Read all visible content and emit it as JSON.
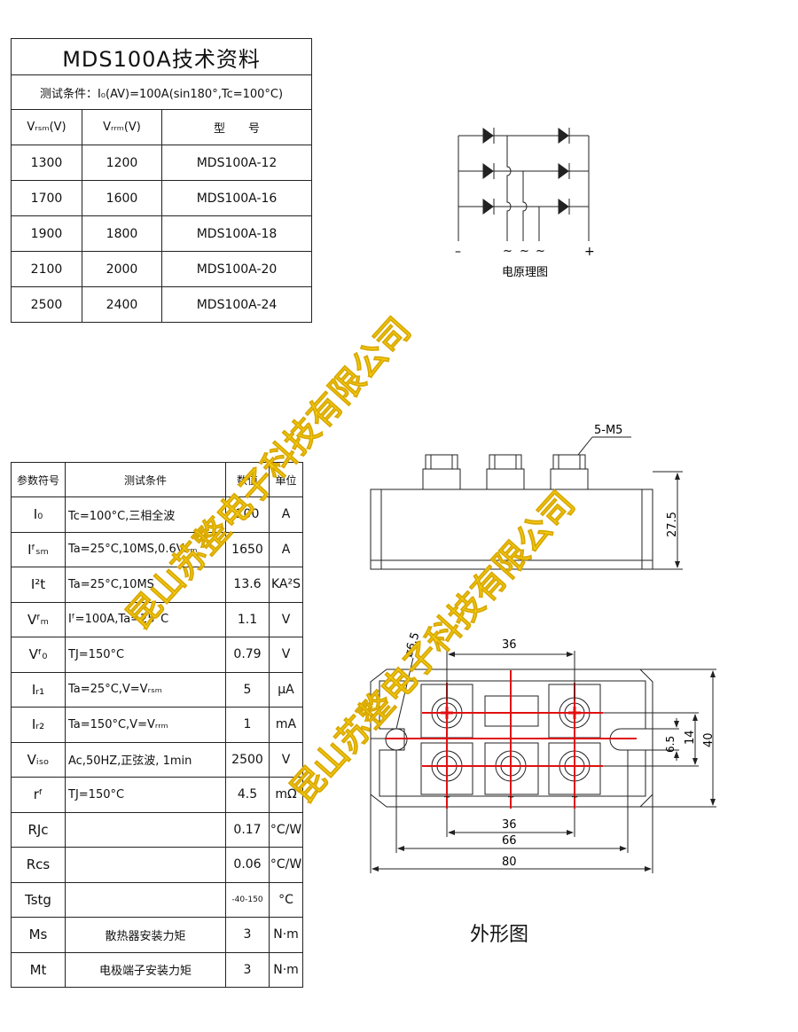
{
  "model_table": {
    "title": "MDS100A技术资料",
    "condition": "测试条件：I₀(AV)=100A(sin180°,Tc=100°C)",
    "headers": [
      "Vᵣₛₘ(V)",
      "Vᵣᵣₘ(V)",
      "型　　号"
    ],
    "rows": [
      [
        "1300",
        "1200",
        "MDS100A-12"
      ],
      [
        "1700",
        "1600",
        "MDS100A-16"
      ],
      [
        "1900",
        "1800",
        "MDS100A-18"
      ],
      [
        "2100",
        "2000",
        "MDS100A-20"
      ],
      [
        "2500",
        "2400",
        "MDS100A-24"
      ]
    ]
  },
  "param_table": {
    "headers": [
      "参数符号",
      "测试条件",
      "数值",
      "单位"
    ],
    "rows": [
      [
        "I₀",
        "Tc=100°C,三相全波",
        "100",
        "A"
      ],
      [
        "Iᶠₛₘ",
        "Ta=25°C,10MS,0.6Vᵣᵣₘ",
        "1650",
        "A"
      ],
      [
        "I²t",
        "Ta=25°C,10MS",
        "13.6",
        "KA²S"
      ],
      [
        "Vᶠₘ",
        "Iᶠ=100A,Ta=25°C",
        "1.1",
        "V"
      ],
      [
        "Vᶠ₀",
        "TJ=150°C",
        "0.79",
        "V"
      ],
      [
        "Iᵣ₁",
        "Ta=25°C,V=Vᵣₛₘ",
        "5",
        "μA"
      ],
      [
        "Iᵣ₂",
        "Ta=150°C,V=Vᵣᵣₘ",
        "1",
        "mA"
      ],
      [
        "Vᵢₛₒ",
        "Ac,50HZ,正弦波, 1min",
        "2500",
        "V"
      ],
      [
        "rᶠ",
        "TJ=150°C",
        "4.5",
        "mΩ"
      ],
      [
        "RJc",
        "",
        "0.17",
        "°C/W"
      ],
      [
        "Rcs",
        "",
        "0.06",
        "°C/W"
      ],
      [
        "Tstg",
        "",
        "-40-150",
        "°C"
      ],
      [
        "Ms",
        "散热器安装力矩",
        "3",
        "N·m"
      ],
      [
        "Mt",
        "电极端子安装力矩",
        "3",
        "N·m"
      ]
    ]
  },
  "schematic": {
    "minus": "–",
    "ac1": "~",
    "ac2": "~",
    "ac3": "~",
    "plus": "+",
    "caption": "电原理图"
  },
  "side_view": {
    "thread_label": "5-M5",
    "height_label": "27.5"
  },
  "top_view": {
    "hole_label": "ø6.5",
    "top_spacing": "36",
    "bottom_spacing": "36",
    "hole_spacing": "66",
    "overall_length": "80",
    "slot_width": "6.5",
    "terminal_spacing": "14",
    "overall_width": "40",
    "terminal_mark": "~"
  },
  "outline_caption": "外形图",
  "watermark": "昆山苏整电子科技有限公司",
  "colors": {
    "line": "#222222",
    "centerline": "#e01010",
    "watermark": "#f5cf10"
  }
}
